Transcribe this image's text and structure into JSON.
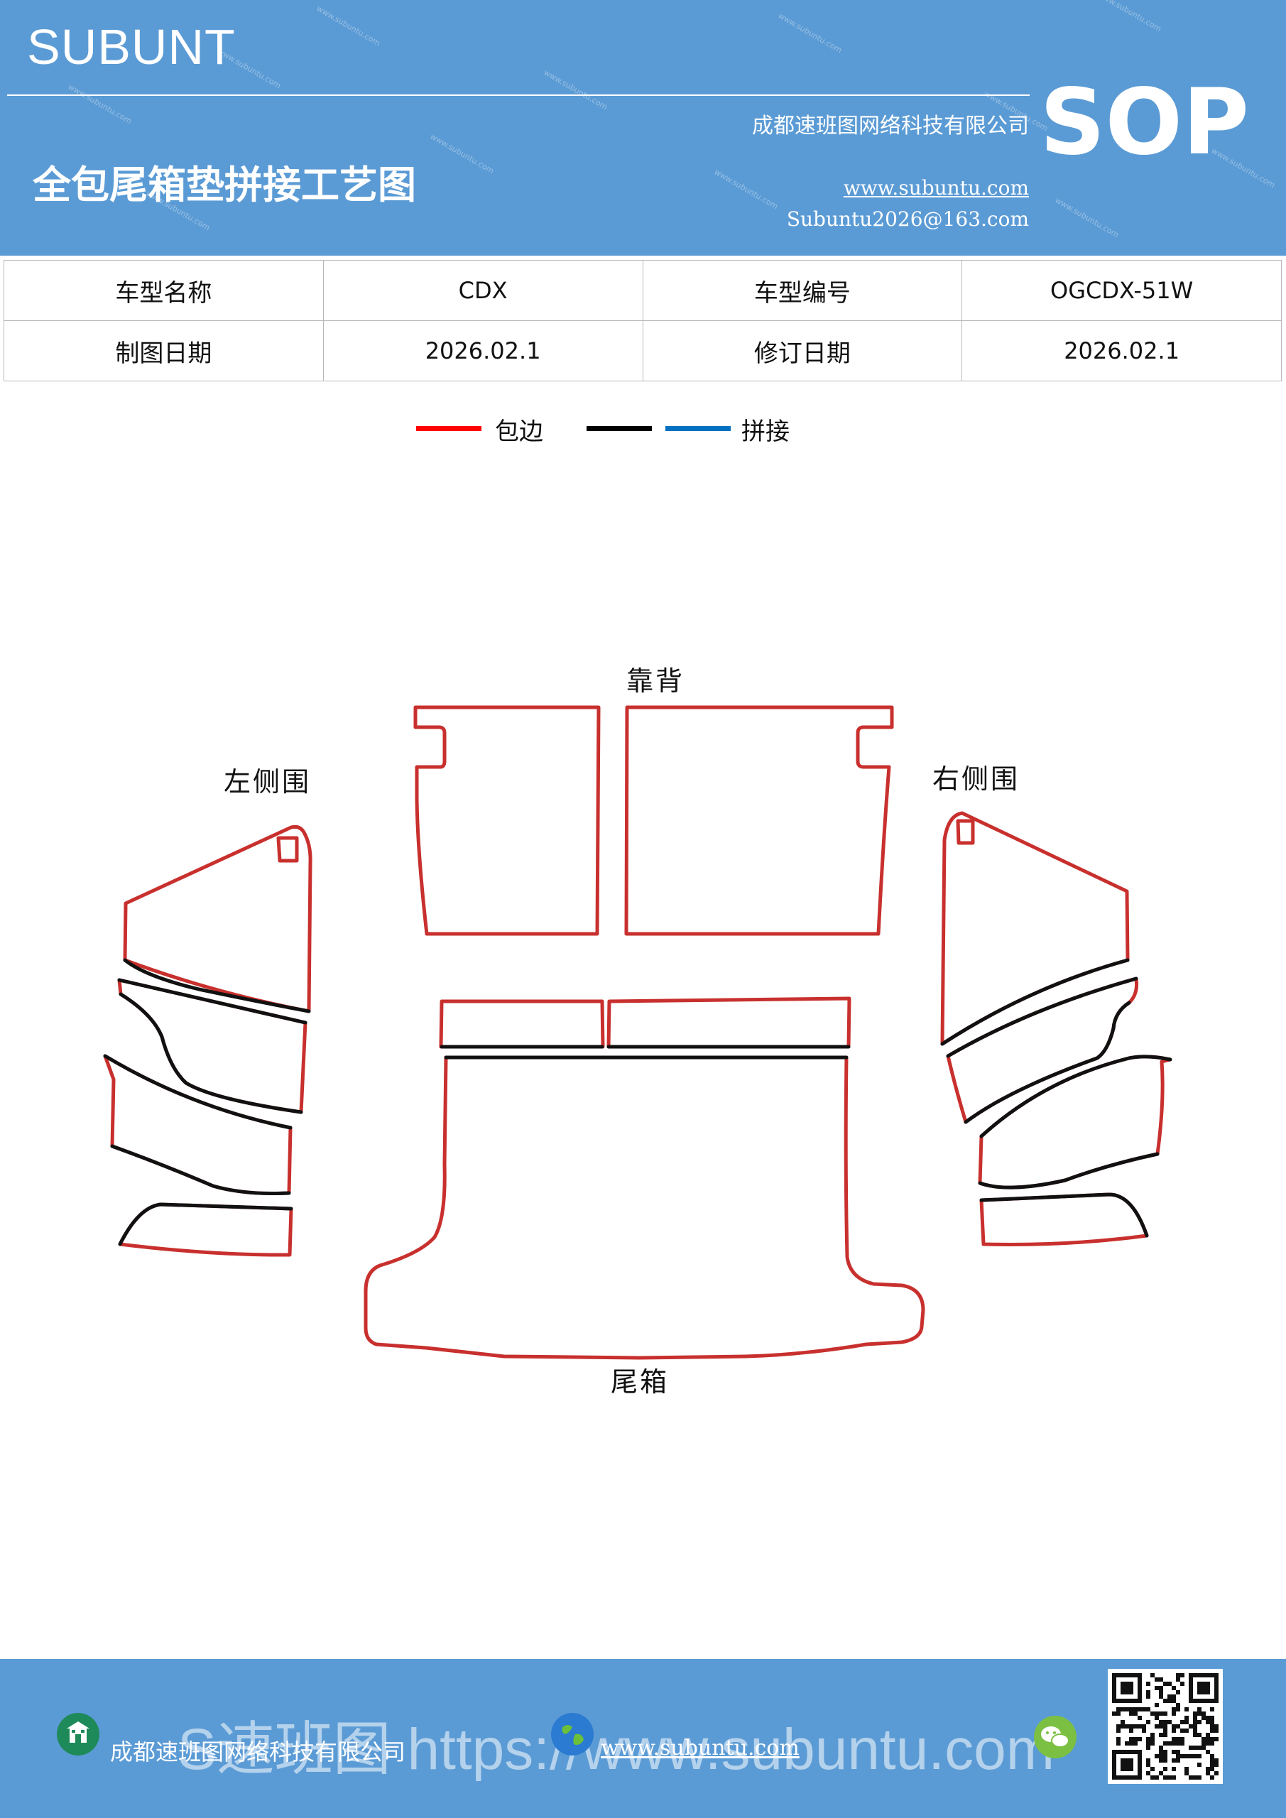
{
  "header": {
    "brand": "SUBUNT",
    "title": "全包尾箱垫拼接工艺图",
    "company": "成都速班图网络科技有限公司",
    "website": "www.subuntu.com",
    "email": "Subuntu2026@163.com",
    "badge": "SOP"
  },
  "info_table": {
    "rows": [
      {
        "label1": "车型名称",
        "value1": "CDX",
        "label2": "车型编号",
        "value2": "OGCDX-51W"
      },
      {
        "label1": "制图日期",
        "value1": "2026.02.1",
        "label2": "修订日期",
        "value2": "2026.02.1"
      }
    ]
  },
  "legend": {
    "items": [
      {
        "label": "包边",
        "color": "#ff0000"
      },
      {
        "label": "拼接",
        "colors": [
          "#000000",
          "#0070c0"
        ]
      }
    ]
  },
  "diagram": {
    "labels": {
      "backrest": "靠背",
      "left_side": "左侧围",
      "right_side": "右侧围",
      "trunk": "尾箱"
    },
    "colors": {
      "edge": "#c8302e",
      "seam": "#111111"
    }
  },
  "footer": {
    "company": "成都速班图网络科技有限公司",
    "url": "www.subuntu.com",
    "watermark": "S速班图 https://www.subuntu.com"
  },
  "icons": [
    "building-icon",
    "globe-icon",
    "wechat-icon",
    "qr-code"
  ]
}
